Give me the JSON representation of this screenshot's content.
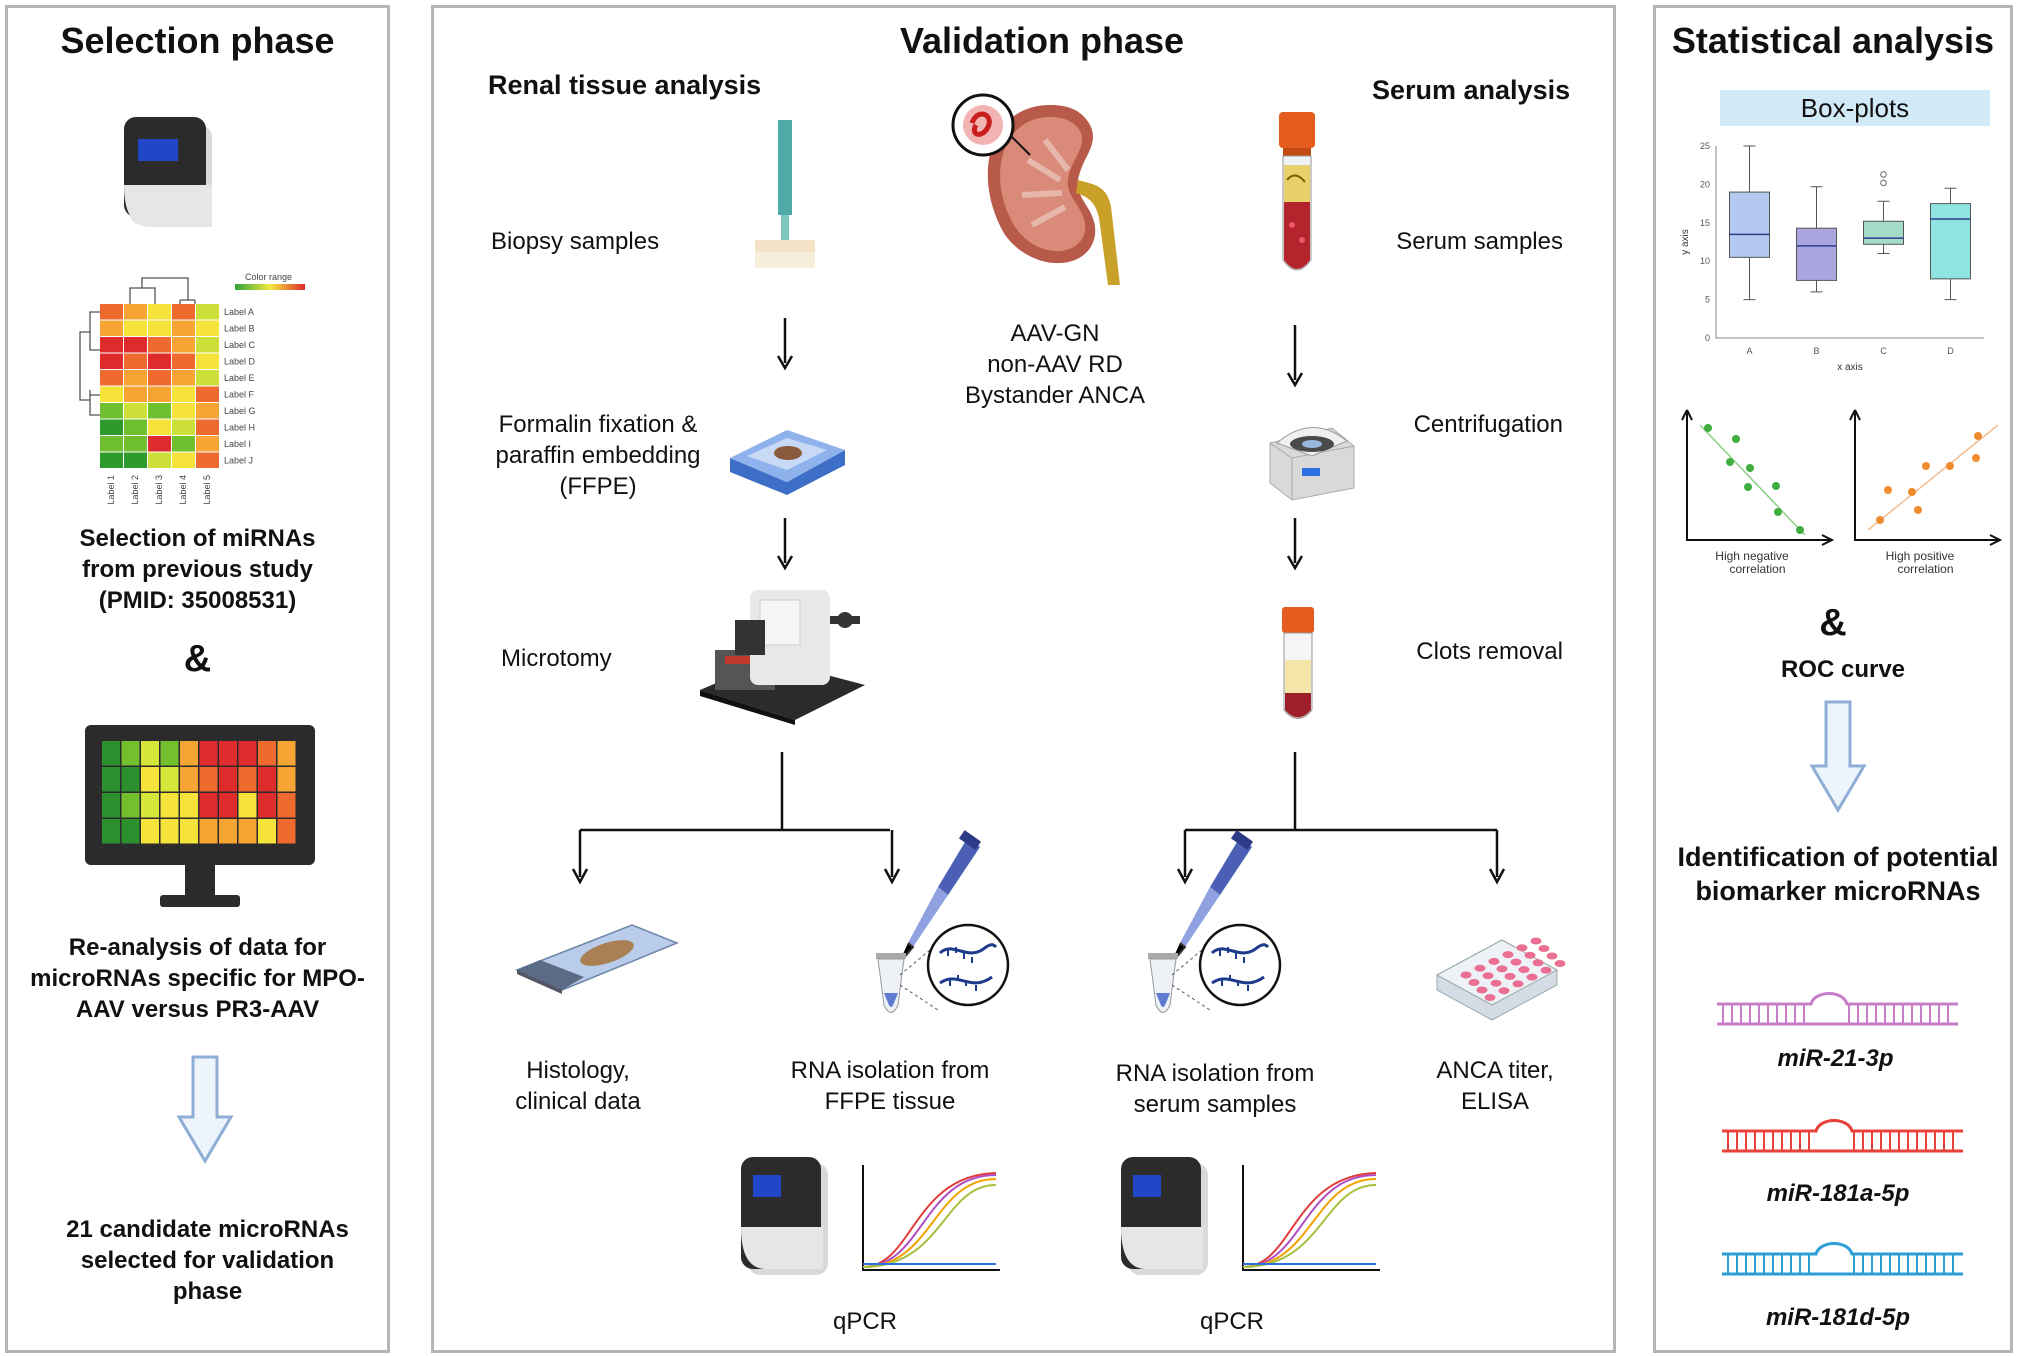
{
  "selection": {
    "title": "Selection phase",
    "step1": [
      "Selection of miRNAs",
      "from previous study",
      "(PMID: 35008531)"
    ],
    "amp": "&",
    "step2": [
      "Re-analysis of data for",
      "microRNAs specific for MPO-",
      "AAV versus PR3-AAV"
    ],
    "result": [
      "21 candidate microRNAs",
      "selected for validation",
      "phase"
    ],
    "heatmap": {
      "legend": "Color range",
      "row_labels": [
        "Label A",
        "Label B",
        "Label C",
        "Label D",
        "Label E",
        "Label F",
        "Label G",
        "Label H",
        "Label I",
        "Label J"
      ],
      "col_labels": [
        "Label 1",
        "Label 2",
        "Label 3",
        "Label 4",
        "Label 5"
      ]
    }
  },
  "validation": {
    "title": "Validation phase",
    "renal": {
      "heading": "Renal tissue analysis",
      "biopsy": "Biopsy samples",
      "ffpe": [
        "Formalin fixation &",
        "paraffin embedding",
        "(FFPE)"
      ],
      "microtomy": "Microtomy",
      "histology": [
        "Histology,",
        "clinical data"
      ],
      "rna": [
        "RNA isolation from",
        "FFPE tissue"
      ],
      "qpcr": "qPCR"
    },
    "groups": [
      "AAV-GN",
      "non-AAV RD",
      "Bystander ANCA"
    ],
    "serum": {
      "heading": "Serum analysis",
      "samples": "Serum samples",
      "centrifugation": "Centrifugation",
      "clots": "Clots removal",
      "rna": [
        "RNA isolation from",
        "serum samples"
      ],
      "anca": [
        "ANCA titer,",
        "ELISA"
      ],
      "qpcr": "qPCR"
    }
  },
  "stats": {
    "title": "Statistical analysis",
    "boxplot_label": "Box-plots",
    "amp": "&",
    "roc": "ROC curve",
    "identification": [
      "Identification of potential",
      "biomarker microRNAs"
    ],
    "mirnas": [
      "miR-21-3p",
      "miR-181a-5p",
      "miR-181d-5p"
    ],
    "mirna_colors": [
      "#c77dc7",
      "#e8413a",
      "#2e9fd6"
    ],
    "correlation_neg": [
      "High negative",
      "correlation"
    ],
    "correlation_pos": [
      "High positive",
      "correlation"
    ],
    "chart_data": {
      "type": "box",
      "categories": [
        "A",
        "B",
        "C",
        "D"
      ],
      "xlabel": "x axis",
      "ylabel": "y axis",
      "ylim": [
        0,
        25
      ],
      "yticks": [
        0,
        5,
        10,
        15,
        20,
        25
      ],
      "colors": [
        "#b3c9f0",
        "#a9a6e0",
        "#a5dcc8",
        "#8fe3e0"
      ],
      "boxes": [
        {
          "min": 5,
          "q1": 10.5,
          "median": 13.5,
          "q3": 19,
          "max": 25,
          "outliers": []
        },
        {
          "min": 6,
          "q1": 7.5,
          "median": 12,
          "q3": 14.3,
          "max": 19.7,
          "outliers": []
        },
        {
          "min": 11,
          "q1": 12.2,
          "median": 13,
          "q3": 15.2,
          "max": 17.8,
          "outliers": [
            20.2,
            21.3
          ]
        },
        {
          "min": 5,
          "q1": 7.7,
          "median": 15.5,
          "q3": 17.5,
          "max": 19.5,
          "outliers": []
        }
      ]
    }
  }
}
